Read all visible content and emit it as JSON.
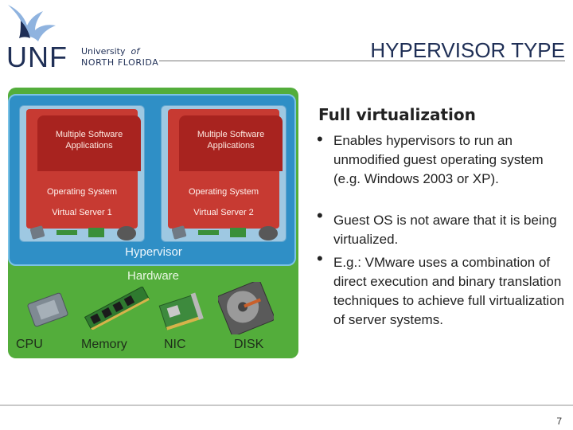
{
  "logo": {
    "brand": "UNF",
    "line1_a": "University",
    "line1_b": "of",
    "line2": "NORTH  FLORIDA",
    "colors": {
      "navy": "#1f2f56",
      "light": "#8fb3df"
    }
  },
  "slide": {
    "title": "HYPERVISOR TYPE",
    "page_number": "7"
  },
  "diagram": {
    "virtual_servers": [
      {
        "apps": "Multiple Software\nApplications",
        "os": "Operating System",
        "label": "Virtual Server 1"
      },
      {
        "apps": "Multiple Software\nApplications",
        "os": "Operating System",
        "label": "Virtual Server 2"
      }
    ],
    "hypervisor_label": "Hypervisor",
    "hardware_label": "Hardware",
    "components": [
      "CPU",
      "Memory",
      "NIC",
      "DISK"
    ],
    "colors": {
      "hardware": "#53ad3b",
      "hypervisor": "#2f8fc6",
      "vm_frame": "#9ec8e2",
      "vm": "#c73a32"
    }
  },
  "content": {
    "subheading": "Full virtualization",
    "bullets": [
      "Enables hypervisors to run an unmodified guest operating system (e.g. Windows  2003 or XP).",
      " Guest OS is not aware that it is being virtualized.",
      "E.g.: VMware uses a combination of direct execution and binary translation techniques to achieve full virtualization of server systems."
    ]
  }
}
